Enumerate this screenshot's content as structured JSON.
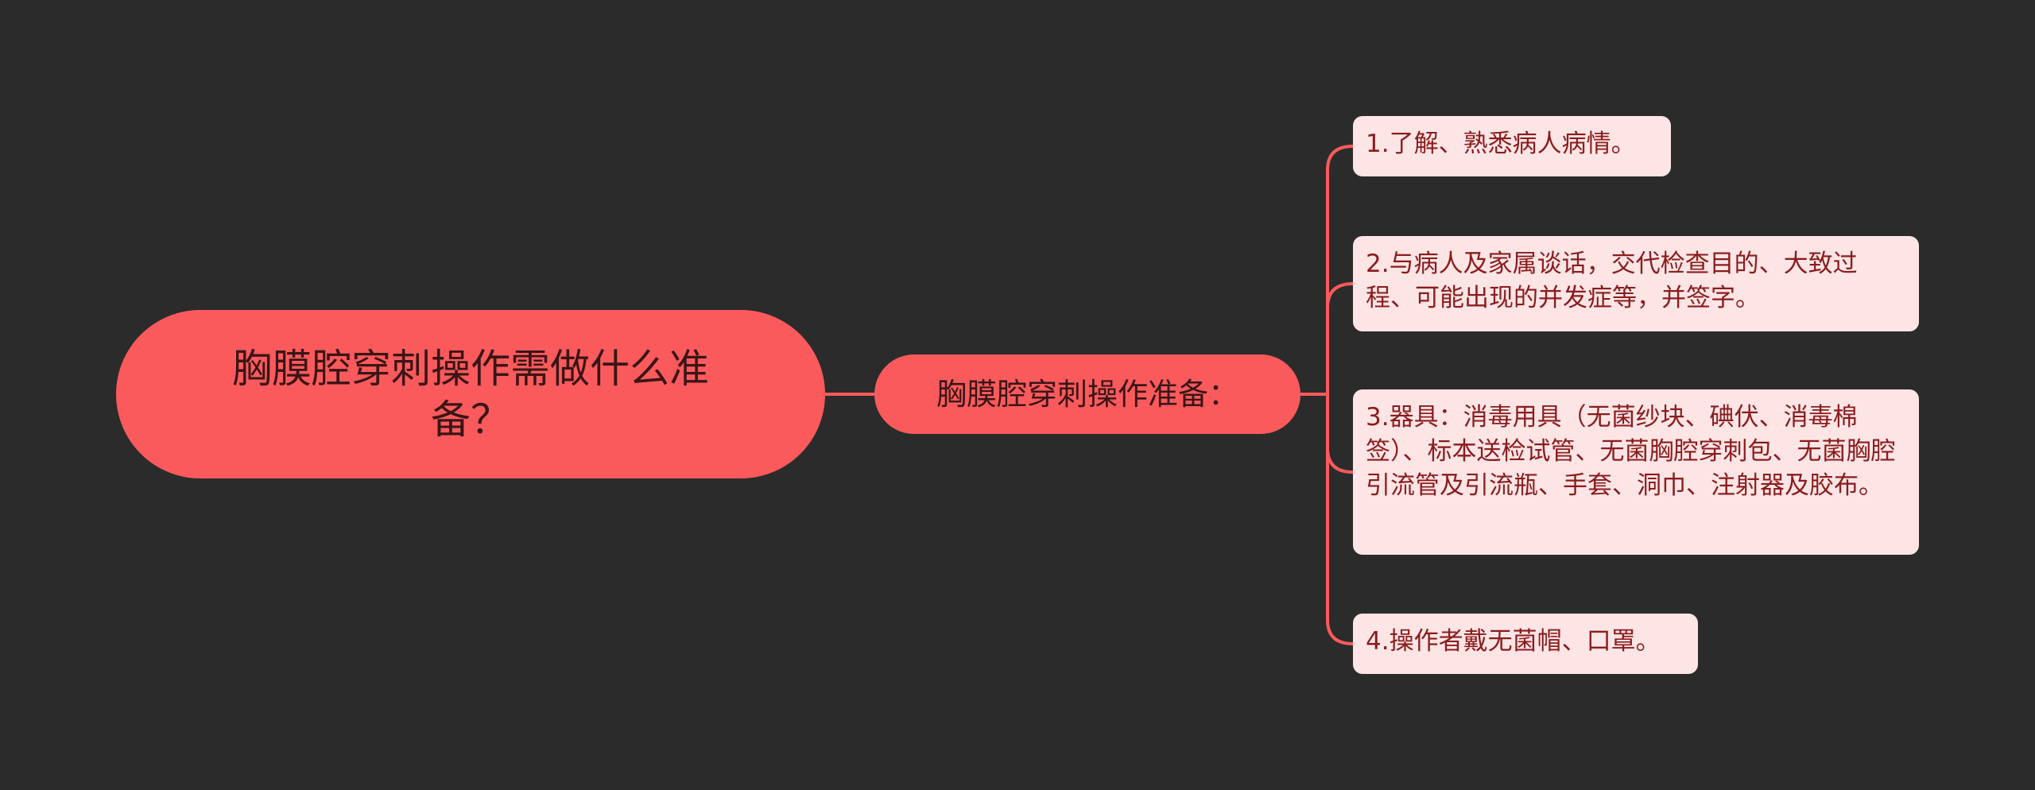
{
  "root": {
    "title": "胸膜腔穿刺操作需做什么准备？"
  },
  "branch": {
    "label": "胸膜腔穿刺操作准备："
  },
  "leaves": [
    {
      "text": "1.了解、熟悉病人病情。"
    },
    {
      "text": "2.与病人及家属谈话，交代检查目的、大致过程、可能出现的并发症等，并签字。"
    },
    {
      "text": "3.器具：消毒用具（无菌纱块、碘伏、消毒棉签）、标本送检试管、无菌胸腔穿刺包、无菌胸腔引流管及引流瓶、手套、洞巾、注射器及胶布。"
    },
    {
      "text": "4.操作者戴无菌帽、口罩。"
    }
  ],
  "colors": {
    "background": "#2b2b2b",
    "node_fill": "#fb5a5c",
    "leaf_fill": "#fde5e5",
    "leaf_text": "#8a1c1e",
    "connector": "#fb5a5c"
  }
}
